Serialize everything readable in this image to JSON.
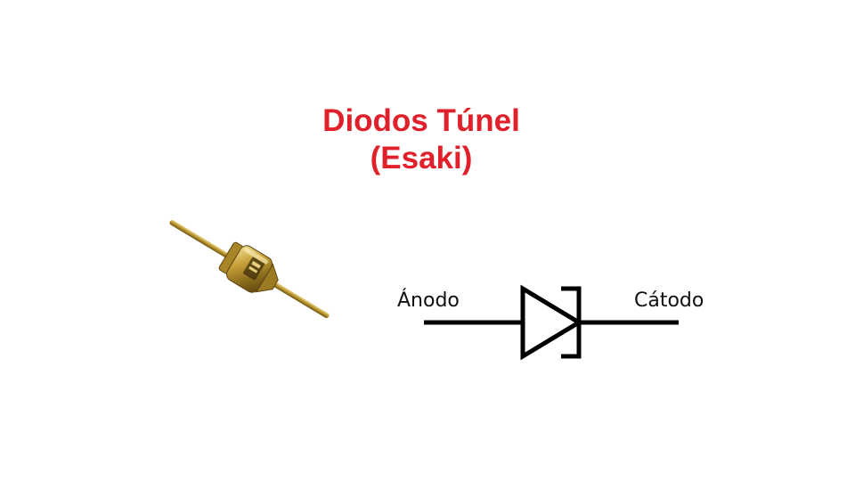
{
  "title": {
    "line1": "Diodos Túnel",
    "line2": "(Esaki)",
    "color": "#e0202a"
  },
  "diagram": {
    "anode_label": "Ánodo",
    "cathode_label": "Cátodo",
    "symbol_icon": "tunnel-diode-symbol-icon",
    "photo_icon": "tunnel-diode-component-photo-icon",
    "stroke_color": "#000000",
    "body_color": "#b8962a"
  }
}
